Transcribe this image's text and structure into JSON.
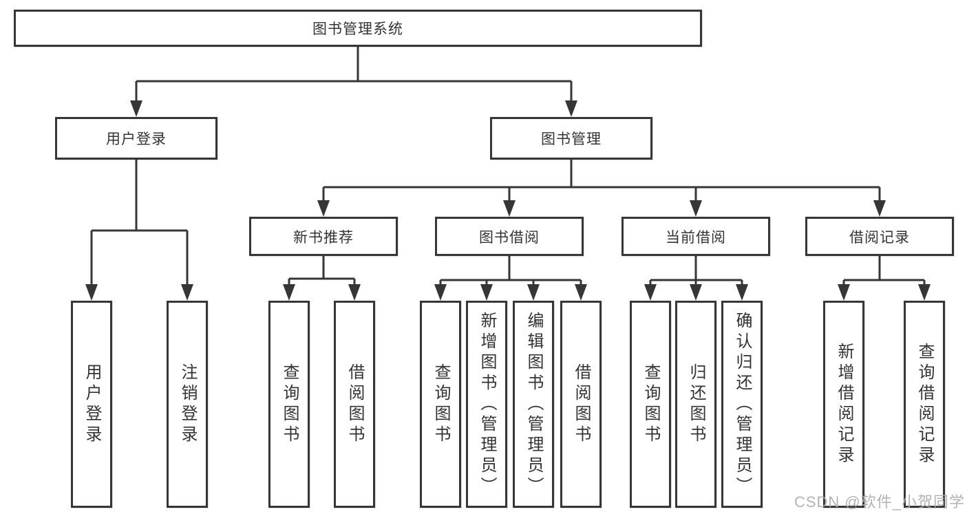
{
  "diagram": {
    "title": "图书管理系统",
    "level2": [
      "用户登录",
      "图书管理"
    ],
    "level3": [
      "新书推荐",
      "图书借阅",
      "当前借阅",
      "借阅记录"
    ],
    "leaves": {
      "user_login": [
        "用户登录",
        "注销登录"
      ],
      "new_book_recommend": [
        "查询图书",
        "借阅图书"
      ],
      "book_borrow": [
        "查询图书",
        "新增图书（管理员）",
        "编辑图书（管理员）",
        "借阅图书"
      ],
      "current_borrow": [
        "查询图书",
        "归还图书",
        "确认归还（管理员）"
      ],
      "borrow_records": [
        "新增借阅记录",
        "查询借阅记录"
      ]
    }
  },
  "watermark": "CSDN @软件_小贺同学",
  "colors": {
    "line": "#363636",
    "box_border": "#363636",
    "box_fill": "#ffffff",
    "text": "#333333",
    "watermark": "#adadad",
    "background": "#ffffff"
  }
}
